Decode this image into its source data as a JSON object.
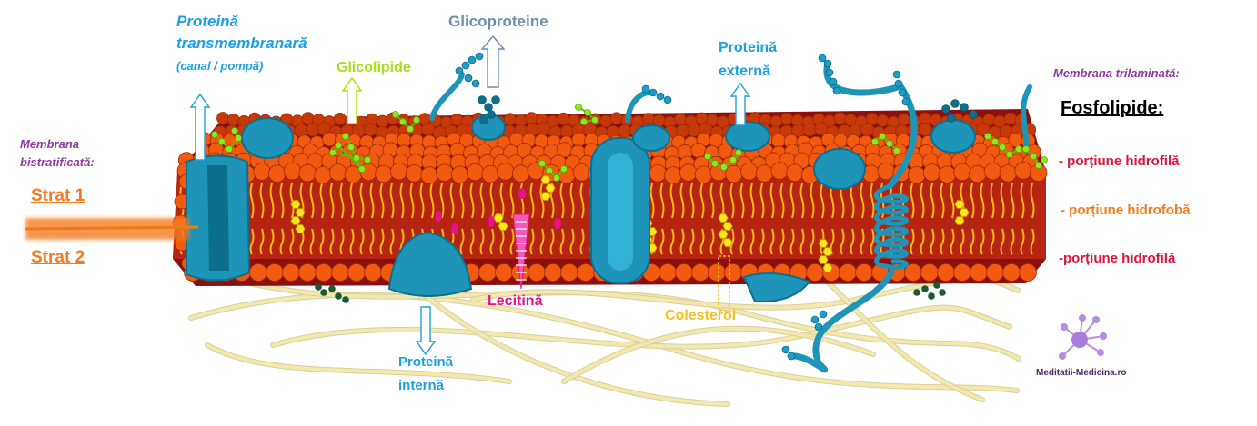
{
  "colors": {
    "protein": "#1d94b8",
    "protein_dark": "#0d6f8c",
    "head_orange": "#f25a10",
    "head_dark": "#c8390a",
    "tail_yellow": "#ffb812",
    "inner_red": "#8a0f0f",
    "glycolipid": "#8ce81c",
    "filament": "#f2e8b0",
    "magenta": "#e8128c",
    "label_blue": "#1da0e0",
    "label_purple": "#8d3a9c",
    "label_orange": "#f47b20",
    "label_red": "#e0123c",
    "label_yellow": "#f7c21a",
    "label_green": "#a6e01c",
    "label_grayblue": "#6c8eb4"
  },
  "labels": {
    "proteina_transmembranara_1": "Proteină",
    "proteina_transmembranara_2": "transmembranară",
    "proteina_transmembranara_3": "(canal / pompă)",
    "glicolipide": "Glicolipide",
    "glicoproteine": "Glicoproteine",
    "proteina_externa_1": "Proteină",
    "proteina_externa_2": "externă",
    "membrana_trilaminata": "Membrana trilaminată:",
    "fosfolipide": "Fosfolipide:",
    "portiune_hidrofila_1": "- porțiune hidrofilă",
    "portiune_hidrofoba": "- porțiune hidrofobă",
    "portiune_hidrofila_2": "-porțiune hidrofilă",
    "membrana_bistratificata_1": "Membrana",
    "membrana_bistratificata_2": "bistratificată:",
    "strat_1": "Strat 1",
    "strat_2": "Strat 2",
    "lecitina": "Lecitină",
    "colesterol": "Colesterol",
    "proteina_interna_1": "Proteină",
    "proteina_interna_2": "internă",
    "watermark": "Meditatii-Medicina.ro"
  }
}
